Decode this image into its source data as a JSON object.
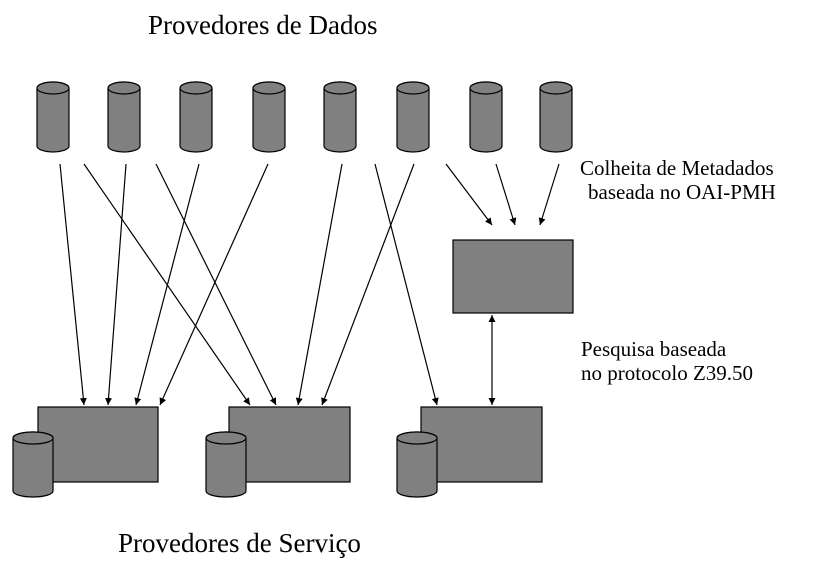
{
  "diagram": {
    "title_top": "Provedores de Dados",
    "title_bottom": "Provedores de Serviço",
    "harvest_label": {
      "line1": "Colheita de Metadados",
      "line2": "baseada no OAI-PMH"
    },
    "search_label": {
      "line1": "Pesquisa baseada",
      "line2": "no protocolo Z39.50"
    },
    "colors": {
      "shape_fill": "#808080",
      "stroke": "#000000",
      "background": "#ffffff"
    },
    "data_provider_count": 8,
    "service_provider_count": 3
  }
}
